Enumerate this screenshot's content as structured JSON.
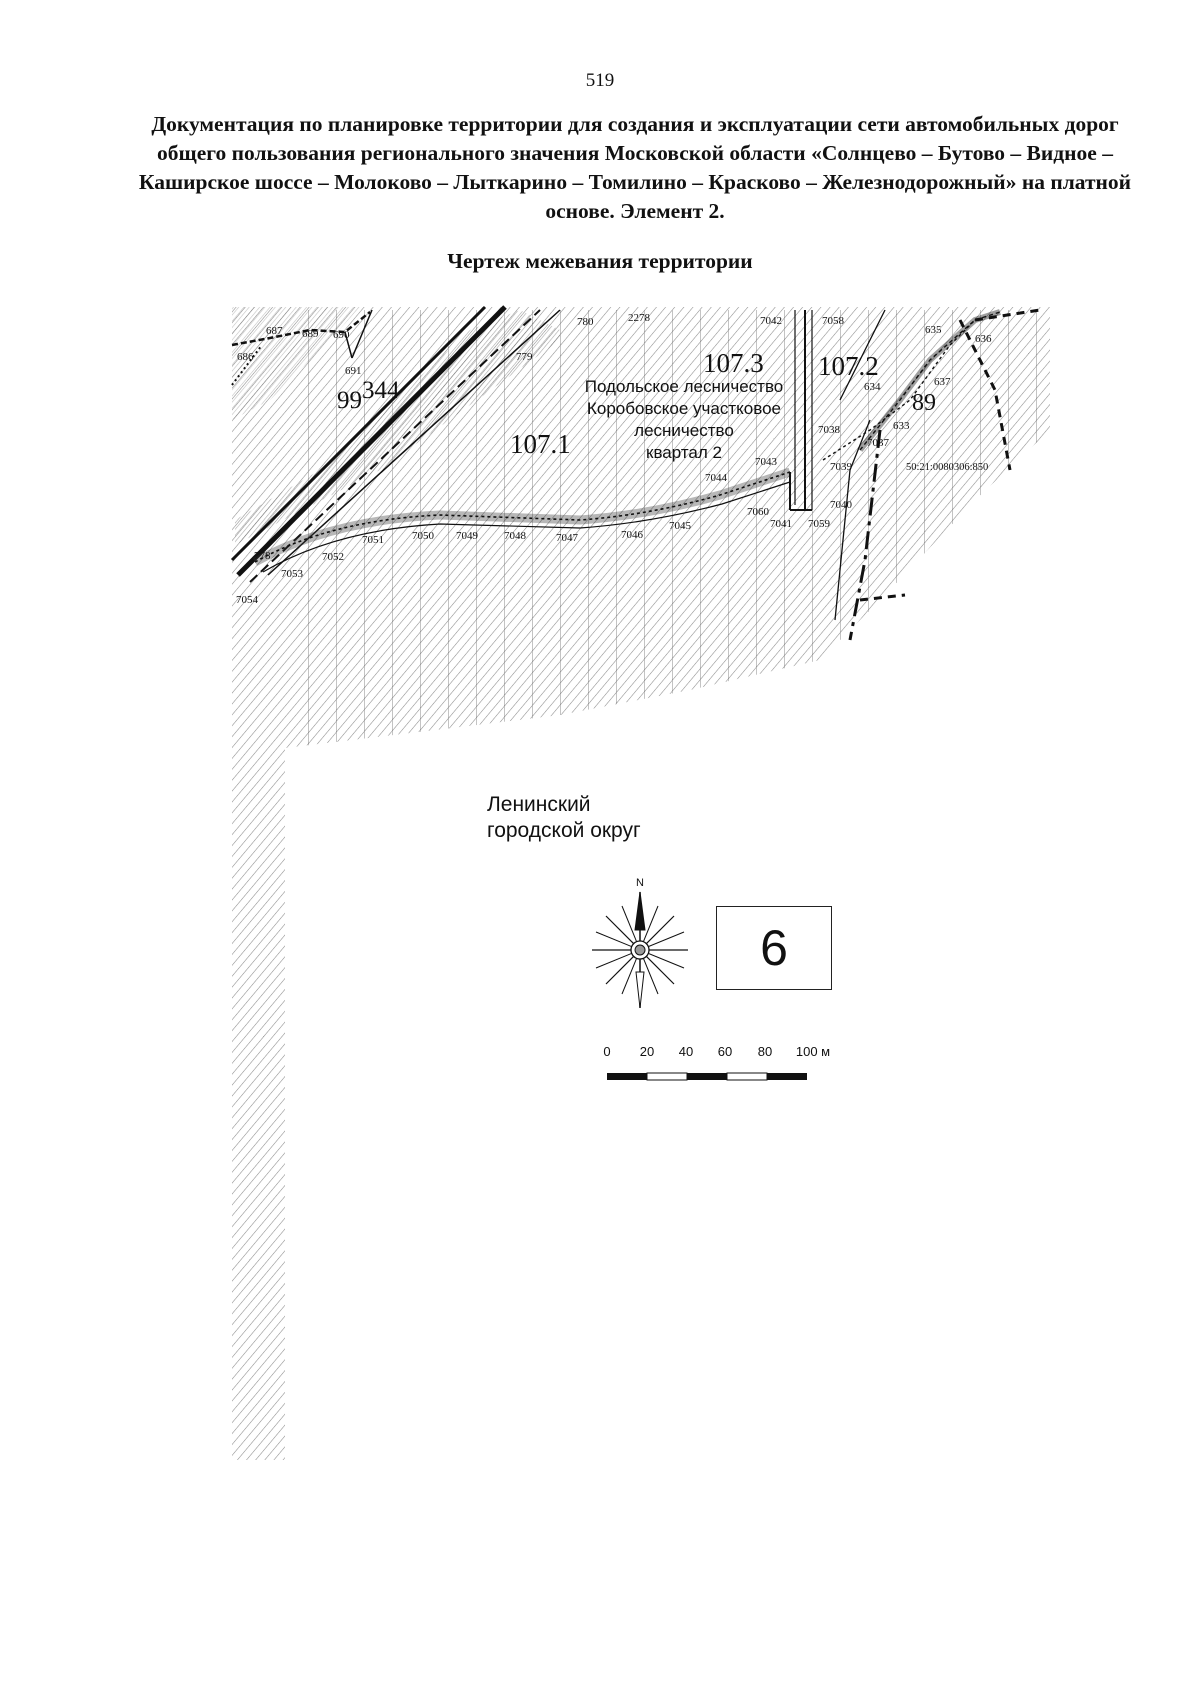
{
  "page": {
    "number": "519",
    "title": "Документация по планировке территории для создания и эксплуатации сети автомобильных дорог общего пользования регионального значения Московской области «Солнцево – Бутово – Видное – Каширское шоссе – Молоково – Лыткарино – Томилино – Красково – Железнодорожный» на платной основе. Элемент 2.",
    "subtitle": "Чертеж межевания территории"
  },
  "map": {
    "zones": [
      {
        "id": "zone-99344",
        "label_main": "99",
        "label_sup": "344"
      },
      {
        "id": "zone-107-1",
        "label": "107.1"
      },
      {
        "id": "zone-107-3",
        "label": "107.3"
      },
      {
        "id": "zone-107-2",
        "label": "107.2"
      },
      {
        "id": "zone-89",
        "label": "89"
      }
    ],
    "forest_label": [
      "Подольское лесничество",
      "Коробовское участковое",
      "лесничество",
      "квартал 2"
    ],
    "district_label": [
      "Ленинский",
      "городской округ"
    ],
    "cadastral_number": "50:21:0080306:850",
    "points": [
      "687",
      "689",
      "690",
      "686",
      "691",
      "780",
      "2278",
      "779",
      "7042",
      "7058",
      "635",
      "636",
      "634",
      "637",
      "633",
      "7038",
      "7037",
      "7039",
      "7040",
      "7043",
      "7044",
      "7060",
      "7041",
      "7059",
      "7045",
      "7046",
      "7047",
      "7048",
      "7049",
      "7050",
      "7051",
      "7052",
      "7053",
      "778",
      "7054"
    ],
    "north_label": "N",
    "sheet_number": "6",
    "scale": {
      "ticks": [
        "0",
        "20",
        "40",
        "60",
        "80",
        "100 м"
      ]
    }
  }
}
